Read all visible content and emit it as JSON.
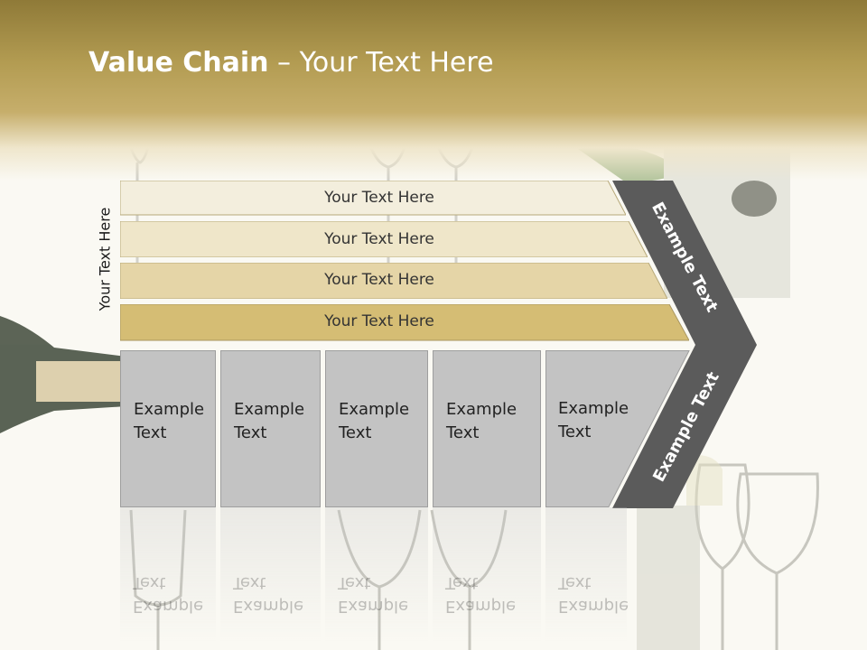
{
  "slide": {
    "title_bold": "Value Chain",
    "title_rest": " – Your Text Here",
    "vertical_label": "Your Text Here"
  },
  "bars": [
    {
      "label": "Your Text Here"
    },
    {
      "label": "Your Text Here"
    },
    {
      "label": "Your Text Here"
    },
    {
      "label": "Your Text Here"
    }
  ],
  "cards": [
    {
      "label": "Example\nText"
    },
    {
      "label": "Example\nText"
    },
    {
      "label": "Example\nText"
    },
    {
      "label": "Example\nText"
    },
    {
      "label": "Example\nText"
    }
  ],
  "chevron": {
    "upper_label": "Example Text",
    "lower_label": "Example Text"
  },
  "colors": {
    "header": "#b39c52",
    "bar_1": "#f3eedd",
    "bar_2": "#efe6c9",
    "bar_3": "#e5d5a7",
    "bar_4": "#d5bd74",
    "card": "#c3c3c3",
    "chevron": "#5b5b5b"
  }
}
